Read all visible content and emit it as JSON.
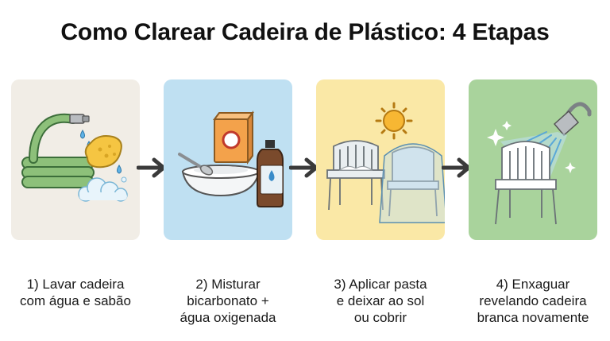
{
  "title": "Como Clarear Cadeira de Plástico: 4 Etapas",
  "colors": {
    "step1_bg": "#f1ede6",
    "step2_bg": "#bfe0f2",
    "step3_bg": "#fae8a6",
    "step4_bg": "#a9d39c",
    "arrow": "#3a3a3a"
  },
  "steps": [
    {
      "caption_lines": [
        "1) Lavar cadeira",
        "com água e sabão"
      ],
      "icons": [
        "garden-hose-icon",
        "sponge-icon",
        "water-drops-icon",
        "soap-foam-icon"
      ]
    },
    {
      "caption_lines": [
        "2) Misturar",
        "bicarbonato +",
        "água oxigenada"
      ],
      "icons": [
        "mixing-bowl-icon",
        "spoon-icon",
        "baking-soda-box-icon",
        "peroxide-bottle-icon"
      ]
    },
    {
      "caption_lines": [
        "3) Aplicar pasta",
        "e deixar ao sol",
        "ou cobrir"
      ],
      "icons": [
        "sun-icon",
        "chair-with-paste-icon",
        "covered-chair-icon"
      ]
    },
    {
      "caption_lines": [
        "4) Enxaguar",
        "revelando cadeira",
        "branca novamente"
      ],
      "icons": [
        "shower-head-icon",
        "white-chair-icon",
        "sparkle-icon"
      ]
    }
  ]
}
